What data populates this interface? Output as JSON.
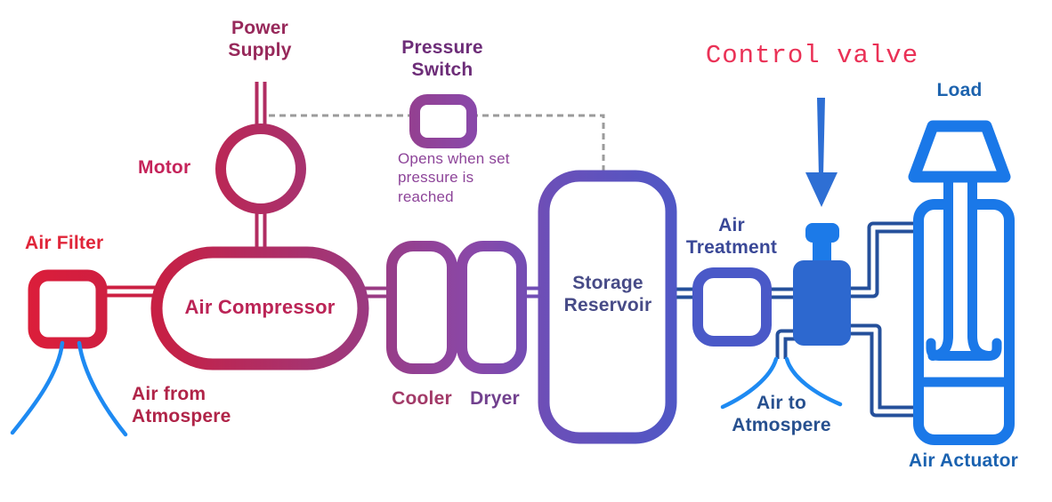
{
  "diagram": {
    "title_implicit": "Pneumatic system diagram",
    "labels": {
      "air_filter": "Air Filter",
      "power_supply": "Power Supply",
      "motor": "Motor",
      "pressure_switch": "Pressure Switch",
      "pressure_note": "Opens when set pressure is reached",
      "air_compressor": "Air Compressor",
      "air_from_atmosphere": "Air from Atmospere",
      "cooler": "Cooler",
      "dryer": "Dryer",
      "storage_reservoir": "Storage Reservoir",
      "air_treatment": "Air Treatment",
      "control_valve": "Control valve",
      "air_to_atmosphere": "Air to Atmospere",
      "load": "Load",
      "air_actuator": "Air Actuator"
    },
    "colors": {
      "filter_red": "#e01d38",
      "compressor_crimson": "#c62045",
      "switch_purple": "#8a48a8",
      "reservoir_indigo": "#5a52c0",
      "treatment_indigo": "#4a59c8",
      "navy_pipe": "#25509b",
      "bright_blue": "#1a78e8",
      "valve_body_blue": "#2d68cf",
      "arrow_blue": "#2e6fd4",
      "control_valve_text": "#ea3156",
      "dash_gray": "#9b9b9b",
      "air_curve_blue": "#1e8af2"
    }
  }
}
